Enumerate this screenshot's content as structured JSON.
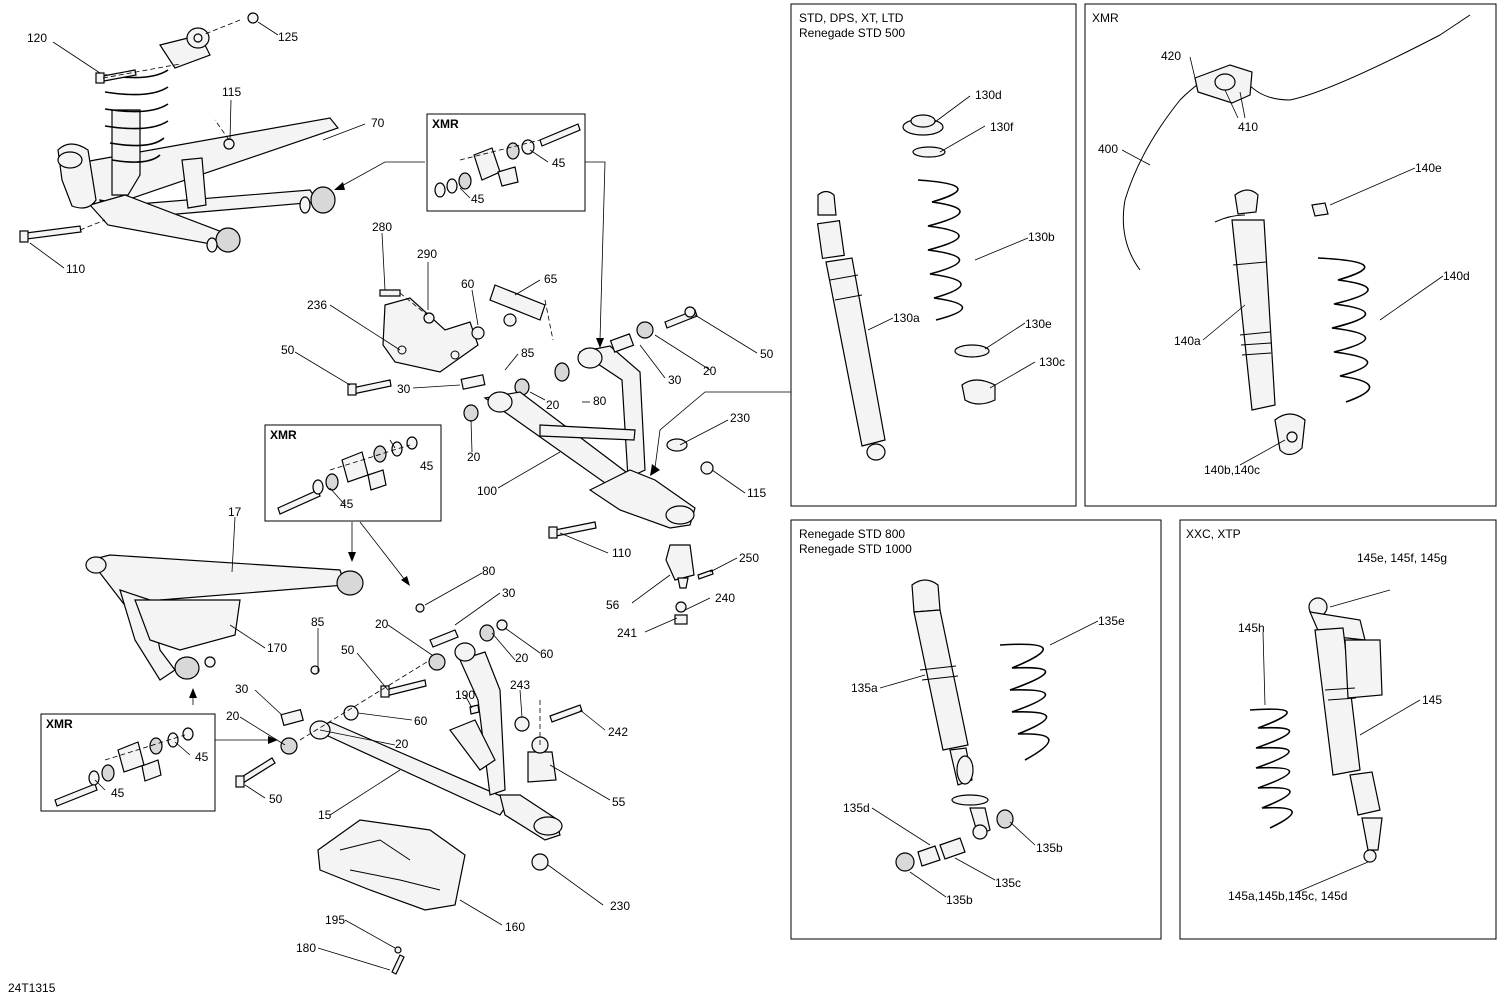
{
  "figure_code": "24T1315",
  "insets": {
    "std_box_title_1": "STD, DPS, XT, LTD",
    "std_box_title_2": "Renegade STD 500",
    "xmr_box_title": "XMR",
    "renegade_box_title_1": "Renegade STD 800",
    "renegade_box_title_2": "Renegade STD 1000",
    "xxc_box_title": "XXC, XTP",
    "xmr_small_title": "XMR"
  },
  "callouts": {
    "c120": "120",
    "c125": "125",
    "c115a": "115",
    "c70": "70",
    "c110a": "110",
    "x1_45a": "45",
    "x1_45b": "45",
    "c280": "280",
    "c290": "290",
    "c236": "236",
    "c60a": "60",
    "c65": "65",
    "c50a": "50",
    "c30a": "30",
    "c85a": "85",
    "c20a": "20",
    "c80a": "80",
    "c20b": "20",
    "c30b": "30",
    "c20c": "20",
    "c50b": "50",
    "c100": "100",
    "c230a": "230",
    "c115b": "115",
    "c110b": "110",
    "c250": "250",
    "c56": "56",
    "c240": "240",
    "c241": "241",
    "x2_45a": "45",
    "x2_45b": "45",
    "c17": "17",
    "c170": "170",
    "c80b": "80",
    "c30c": "30",
    "c85b": "85",
    "c20d": "20",
    "c20e": "20",
    "c60b": "60",
    "c50c": "50",
    "c190": "190",
    "c243": "243",
    "c30d": "30",
    "c60c": "60",
    "c242": "242",
    "c20f": "20",
    "c20g": "20",
    "c55": "55",
    "c50d": "50",
    "c15": "15",
    "x3_45a": "45",
    "x3_45b": "45",
    "c230b": "230",
    "c160": "160",
    "c195": "195",
    "c180": "180",
    "c130d": "130d",
    "c130f": "130f",
    "c130b": "130b",
    "c130a": "130a",
    "c130e": "130e",
    "c130c": "130c",
    "c420": "420",
    "c410": "410",
    "c400": "400",
    "c140e": "140e",
    "c140d": "140d",
    "c140a": "140a",
    "c140bc": "140b,140c",
    "c135e": "135e",
    "c135a": "135a",
    "c135d": "135d",
    "c135b1": "135b",
    "c135c": "135c",
    "c135b2": "135b",
    "c145efg": "145e, 145f, 145g",
    "c145h": "145h",
    "c145": "145",
    "c145abcd": "145a,145b,145c, 145d"
  }
}
